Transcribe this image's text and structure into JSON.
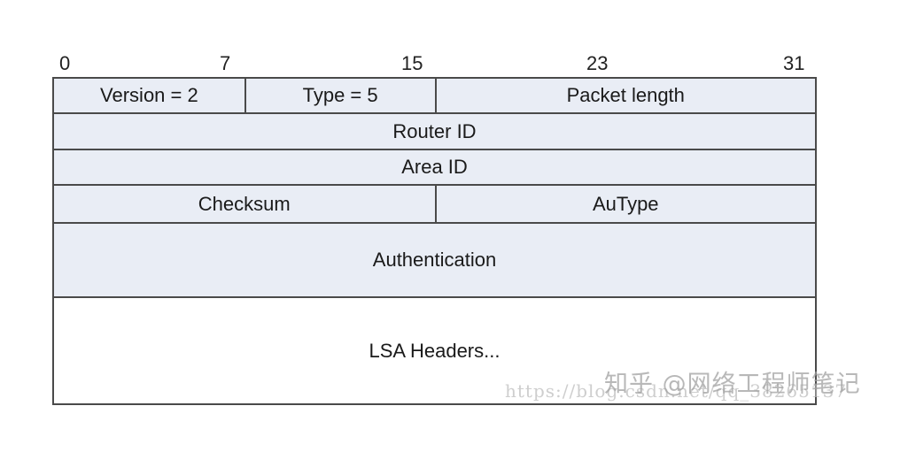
{
  "bit_positions": {
    "b0": "0",
    "b7": "7",
    "b15": "15",
    "b23": "23",
    "b31": "31"
  },
  "fields": {
    "version": "Version = 2",
    "type": "Type = 5",
    "packet_length": "Packet length",
    "router_id": "Router ID",
    "area_id": "Area ID",
    "checksum": "Checksum",
    "autype": "AuType",
    "authentication": "Authentication",
    "lsa_headers": "LSA Headers..."
  },
  "watermark": {
    "brand": "知乎 @网络工程师笔记",
    "url": "https://blog.csdn.net/qq_38265137"
  },
  "colors": {
    "field_fill": "#e9edf5",
    "border": "#4a4a4a",
    "body_fill": "#ffffff"
  }
}
